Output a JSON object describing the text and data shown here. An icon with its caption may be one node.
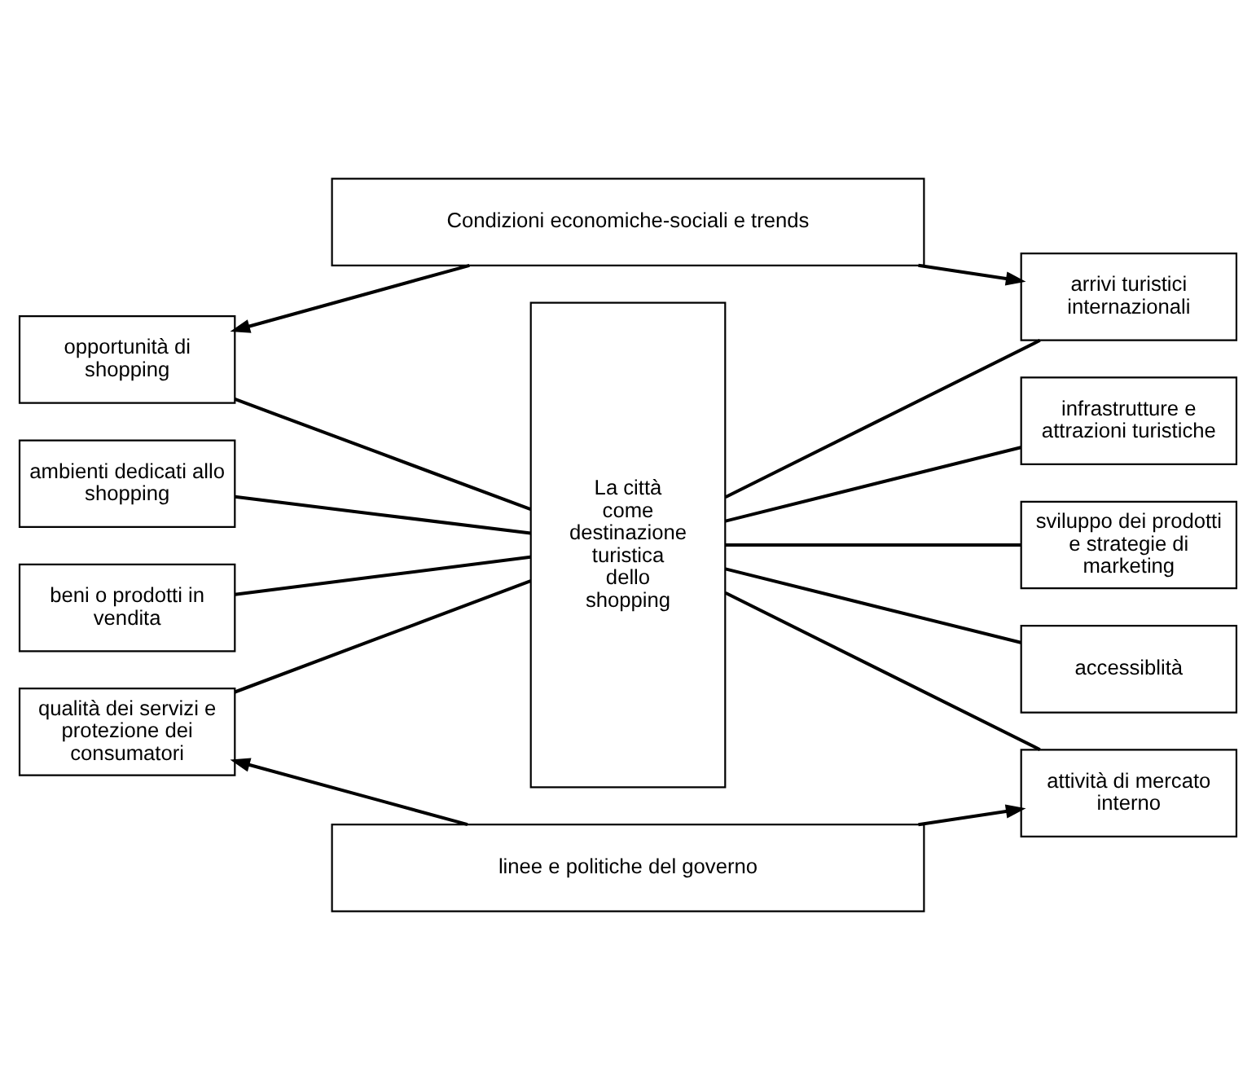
{
  "diagram": {
    "nodes": [
      {
        "text": [
          "Condizioni economiche-sociali e trends"
        ]
      },
      {
        "text": [
          "opportunità di shopping"
        ]
      },
      {
        "text": [
          "ambienti dedicati allo shopping"
        ]
      },
      {
        "text": [
          "beni o prodotti in vendita"
        ]
      },
      {
        "text": [
          "qualità dei servizi e protezione dei consumatori"
        ]
      },
      {
        "text": [
          "La città come destinazione turistica dello shopping"
        ]
      },
      {
        "text": [
          "arrivi turistici internazionali"
        ]
      },
      {
        "text": [
          "infrastrutture e attrazioni turistiche"
        ]
      },
      {
        "text": [
          "sviluppo dei prodotti e strategie di marketing"
        ]
      },
      {
        "text": [
          "accessiblità"
        ]
      },
      {
        "text": [
          "attività di mercato interno"
        ]
      },
      {
        "text": [
          "linee e politiche del governo"
        ]
      }
    ],
    "edges": [
      {
        "from": 0,
        "to": 1,
        "arrow": "to"
      },
      {
        "from": 0,
        "to": 6,
        "arrow": "to"
      },
      {
        "from": 1,
        "to": 5,
        "arrow": "none"
      },
      {
        "from": 2,
        "to": 5,
        "arrow": "none"
      },
      {
        "from": 3,
        "to": 5,
        "arrow": "none"
      },
      {
        "from": 4,
        "to": 5,
        "arrow": "none"
      },
      {
        "from": 5,
        "to": 6,
        "arrow": "none"
      },
      {
        "from": 5,
        "to": 7,
        "arrow": "none"
      },
      {
        "from": 5,
        "to": 8,
        "arrow": "none"
      },
      {
        "from": 5,
        "to": 9,
        "arrow": "none"
      },
      {
        "from": 5,
        "to": 10,
        "arrow": "none"
      },
      {
        "from": 11,
        "to": 4,
        "arrow": "to"
      },
      {
        "from": 11,
        "to": 10,
        "arrow": "to"
      }
    ]
  }
}
